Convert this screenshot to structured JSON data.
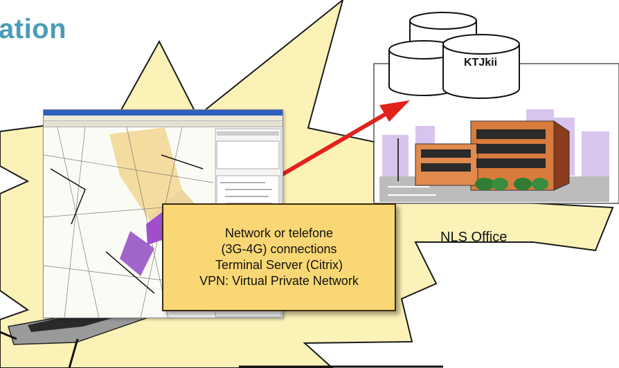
{
  "title": "ation",
  "database": {
    "label": "KTJkii"
  },
  "office": {
    "label": "NLS Office"
  },
  "callout": {
    "lines": [
      "Network or telefone",
      "(3G-4G)  connections",
      "Terminal Server (Citrix)",
      "VPN: Virtual Private Network"
    ]
  },
  "colors": {
    "title": "#4a9cb7",
    "callout_fill": "#f9d774",
    "explosion_fill": "#fbf2b8",
    "arrow": "#e1221b"
  },
  "icons": [
    "laptop-icon",
    "database-icon",
    "office-building-icon",
    "map-screenshot"
  ]
}
